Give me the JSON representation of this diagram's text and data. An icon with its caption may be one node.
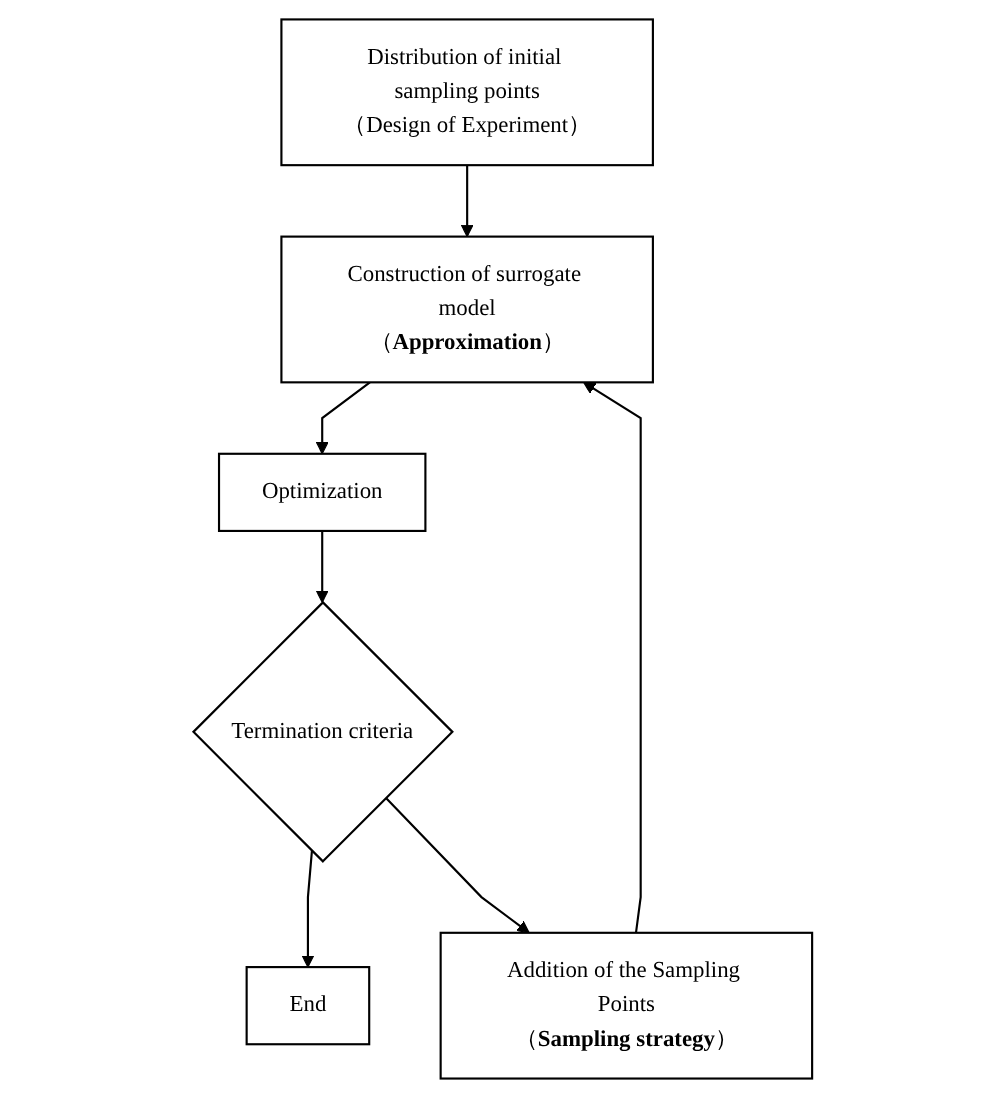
{
  "diagram": {
    "nodes": [
      {
        "text": [
          "Distribution of initial sampling points",
          "（Design of Experiment）"
        ]
      },
      {
        "text": [
          "Construction of surrogate model",
          "（**Approximation**）"
        ]
      },
      {
        "text": [
          "Optimization"
        ]
      },
      {
        "text": [
          "Termination criteria"
        ]
      },
      {
        "text": [
          "End"
        ]
      },
      {
        "text": [
          "Addition of the Sampling Points",
          "（**Sampling strategy**）"
        ]
      }
    ],
    "edges": [
      {
        "from": 0,
        "to": 1,
        "arrow": "to"
      },
      {
        "from": 1,
        "to": 2,
        "arrow": "to"
      },
      {
        "from": 2,
        "to": 3,
        "arrow": "to"
      },
      {
        "from": 3,
        "to": 4,
        "arrow": "to"
      },
      {
        "from": 3,
        "to": 5,
        "arrow": "to"
      },
      {
        "from": 5,
        "to": 1,
        "arrow": "to"
      }
    ]
  }
}
